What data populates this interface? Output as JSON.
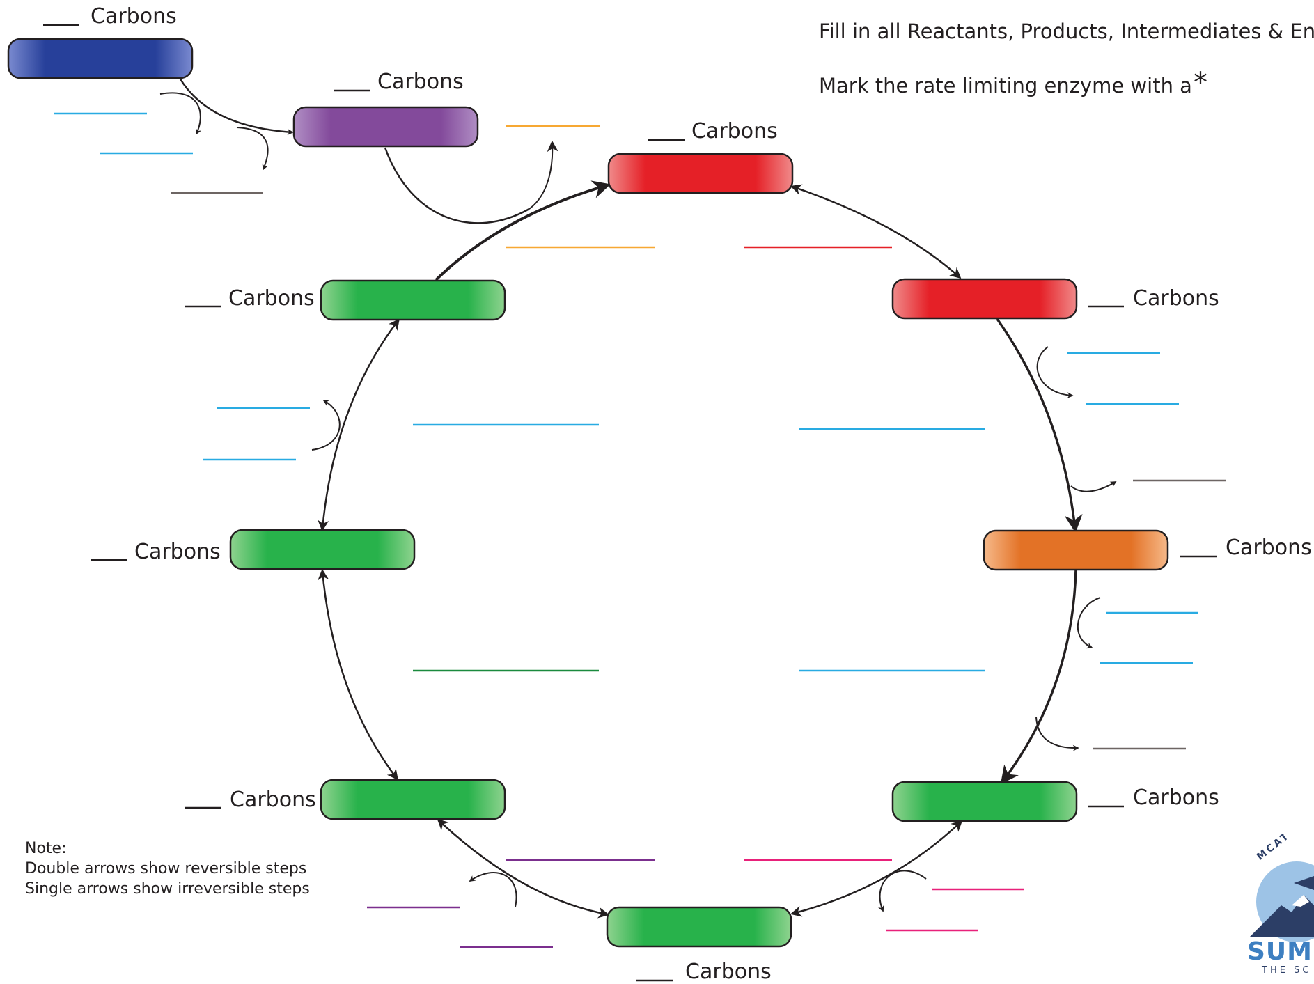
{
  "instructions": {
    "line1": "Fill in all Reactants, Products, Intermediates & Enz",
    "line2": "Mark the rate limiting enzyme with a",
    "star": "*"
  },
  "carbon_label": "Carbons",
  "nodes": [
    {
      "id": "start-blue",
      "color": "#27409a"
    },
    {
      "id": "purple",
      "color": "#834a9b"
    },
    {
      "id": "top-red",
      "color": "#e52027"
    },
    {
      "id": "right-red",
      "color": "#e52027"
    },
    {
      "id": "right-orange",
      "color": "#e37226"
    },
    {
      "id": "lower-right-green",
      "color": "#28b24b"
    },
    {
      "id": "bottom-green",
      "color": "#28b24b"
    },
    {
      "id": "lower-left-green",
      "color": "#28b24b"
    },
    {
      "id": "left-green",
      "color": "#28b24b"
    },
    {
      "id": "upper-left-green",
      "color": "#28b24b"
    }
  ],
  "note": {
    "heading": "Note:",
    "line1": "Double arrows show reversible steps",
    "line2": "Single arrows show irreversible steps"
  },
  "logo": {
    "arc_text": "MCAT TU",
    "name": "SUM",
    "sub": "THE SC"
  }
}
